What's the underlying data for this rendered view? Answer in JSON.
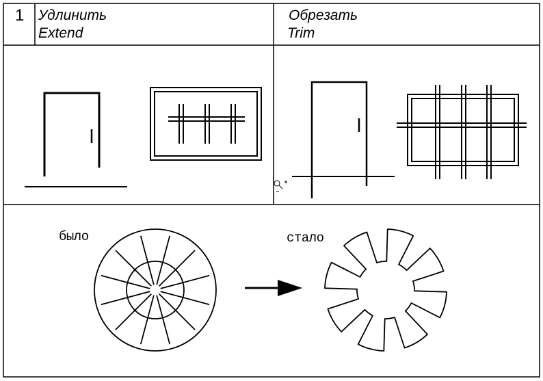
{
  "header": {
    "number": "1",
    "extend": {
      "ru": "Удлинить",
      "en": "Extend"
    },
    "trim": {
      "ru": "Обрезать",
      "en": "Trim"
    }
  },
  "bottom": {
    "before_label": "было",
    "after_label": "стало"
  },
  "colors": {
    "line": "#000000",
    "background": "#ffffff"
  },
  "icons": [
    "zoom-cursor-icon",
    "arrow-right-icon"
  ]
}
